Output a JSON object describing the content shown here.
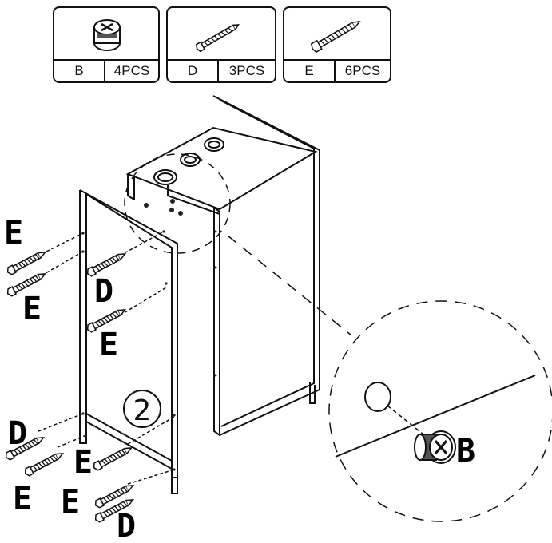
{
  "parts_table": [
    {
      "letter": "B",
      "quantity": "4PCS",
      "icon": "cam-lock-icon"
    },
    {
      "letter": "D",
      "quantity": "3PCS",
      "icon": "screw-icon"
    },
    {
      "letter": "E",
      "quantity": "6PCS",
      "icon": "screw-icon"
    }
  ],
  "step_number": "2",
  "callouts": {
    "e1": "E",
    "e2": "E",
    "d1": "D",
    "e3": "E",
    "d2": "D",
    "e4": "E",
    "e5": "E",
    "e6": "E",
    "d3": "D",
    "zoom_b": "B"
  }
}
